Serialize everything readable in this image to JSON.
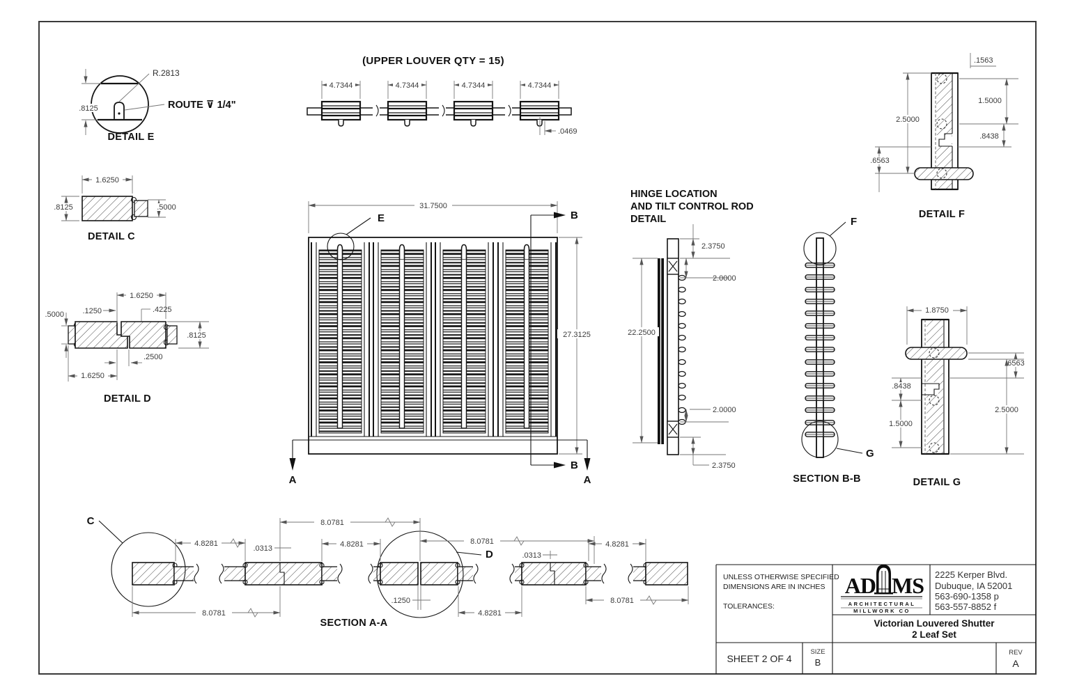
{
  "drawing": {
    "detail_e": {
      "label": "DETAIL E",
      "radius": "R.2813",
      "route_note": "ROUTE  ⊽ 1/4\"",
      "thickness": ".8125"
    },
    "detail_c": {
      "label": "DETAIL C",
      "width": "1.6250",
      "thickness": ".8125",
      "tongue": ".5000"
    },
    "detail_d": {
      "label": "DETAIL D",
      "top_width": "1.6250",
      "gap": ".1250",
      "rabbet": ".4225",
      "edge": ".5000",
      "thickness": ".8125",
      "lap": ".2500",
      "bottom_width": "1.6250"
    },
    "upper_louver": {
      "title": "(UPPER LOUVER QTY = 15)",
      "louver_width": "4.7344",
      "end_offset": ".0469"
    },
    "elevation": {
      "width": "31.7500",
      "height": "27.3125",
      "callout_e": "E",
      "cut_a": "A",
      "cut_b": "B"
    },
    "hinge_detail": {
      "title_line1": "HINGE LOCATION",
      "title_line2": "AND TILT CONTROL ROD",
      "title_line3": "DETAIL",
      "end_offset": "2.3750",
      "hinge_to_louver": "2.0000",
      "hinge_spacing": "22.2500"
    },
    "section_bb": {
      "label": "SECTION B-B",
      "callout_f": "F",
      "callout_g": "G"
    },
    "detail_f": {
      "label": "DETAIL F",
      "pin_inset": ".1563",
      "hole_spacing": "1.5000",
      "tenon": "2.5000",
      "hole_to_louver": ".8438",
      "louver_center": ".6563"
    },
    "detail_g": {
      "label": "DETAIL G",
      "stile_width": "1.8750",
      "louver_center": ".6563",
      "hole_to_louver": ".8438",
      "hole_spacing": "1.5000",
      "tenon": "2.5000"
    },
    "section_aa": {
      "label": "SECTION A-A",
      "callout_c": "C",
      "callout_d": "D",
      "panel_width": "8.0781",
      "half_width": "4.8281",
      "joint_gap": ".0313",
      "center_gap": ".1250"
    }
  },
  "title_block": {
    "spec_line1": "UNLESS OTHERWISE SPECIFIED",
    "spec_line2": "DIMENSIONS ARE IN INCHES",
    "tolerances": "TOLERANCES:",
    "logo": {
      "left": "AD",
      "right": "MS",
      "sub1": "ARCHITECTURAL",
      "sub2": "MILLWORK CO"
    },
    "address1": "2225 Kerper Blvd.",
    "address2": "Dubuque, IA 52001",
    "phone": "563-690-1358 p",
    "fax": "563-557-8852 f",
    "title1": "Victorian Louvered Shutter",
    "title2": "2 Leaf Set",
    "sheet": "SHEET 2 OF 4",
    "size_label": "SIZE",
    "size": "B",
    "rev_label": "REV",
    "rev": "A"
  }
}
